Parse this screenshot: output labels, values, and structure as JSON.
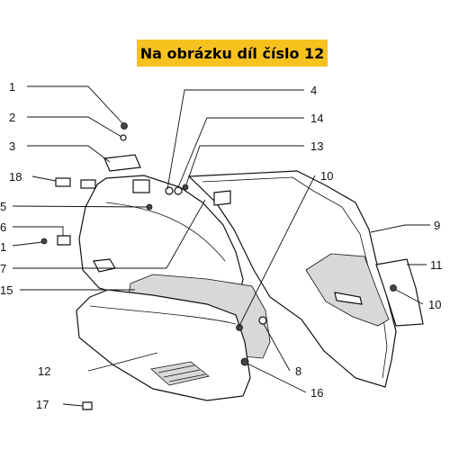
{
  "title": "Na obrázku díl číslo 12",
  "callouts_left": [
    "1",
    "2",
    "3",
    "18",
    "5",
    "6",
    "1",
    "7",
    "15",
    "12",
    "17"
  ],
  "callouts_right": [
    "4",
    "14",
    "13",
    "10",
    "9",
    "11",
    "10",
    "8",
    "16"
  ]
}
